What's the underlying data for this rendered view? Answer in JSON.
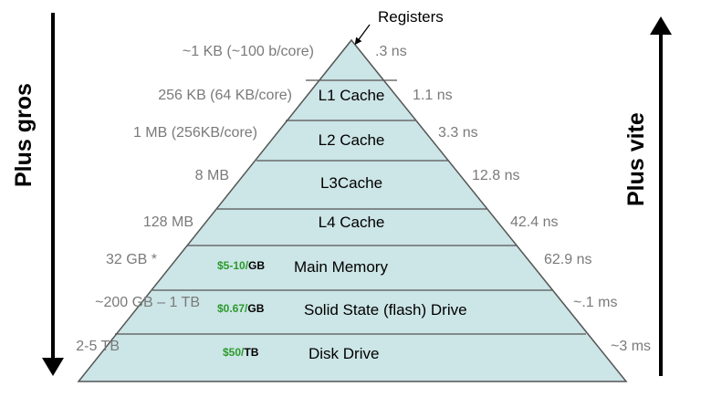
{
  "side_labels": {
    "left": "Plus gros",
    "right": "Plus vite"
  },
  "top_label": "Registers",
  "levels": [
    {
      "name": "",
      "size": "~1 KB (~100 b/core)",
      "latency": ".3 ns",
      "price": "",
      "price_unit": ""
    },
    {
      "name": "L1 Cache",
      "size": "256 KB (64 KB/core)",
      "latency": "1.1 ns",
      "price": "",
      "price_unit": ""
    },
    {
      "name": "L2 Cache",
      "size": "1 MB (256KB/core)",
      "latency": "3.3 ns",
      "price": "",
      "price_unit": ""
    },
    {
      "name": "L3Cache",
      "size": "8 MB",
      "latency": "12.8 ns",
      "price": "",
      "price_unit": ""
    },
    {
      "name": "L4 Cache",
      "size": "128 MB",
      "latency": "42.4 ns",
      "price": "",
      "price_unit": ""
    },
    {
      "name": "Main Memory",
      "size": "32 GB *",
      "latency": "62.9 ns",
      "price": "$5-10/",
      "price_unit": "GB"
    },
    {
      "name": "Solid State (flash) Drive",
      "size": "~200 GB – 1 TB",
      "latency": "~.1 ms",
      "price": "$0.67/",
      "price_unit": "GB"
    },
    {
      "name": "Disk Drive",
      "size": "2-5 TB",
      "latency": "~3 ms",
      "price": "$50/",
      "price_unit": "TB"
    }
  ],
  "colors": {
    "fill": "#cce5e6",
    "stroke": "#555555",
    "text": "#000000",
    "muted": "#7a7a7a",
    "price": "#2c9a2c"
  }
}
